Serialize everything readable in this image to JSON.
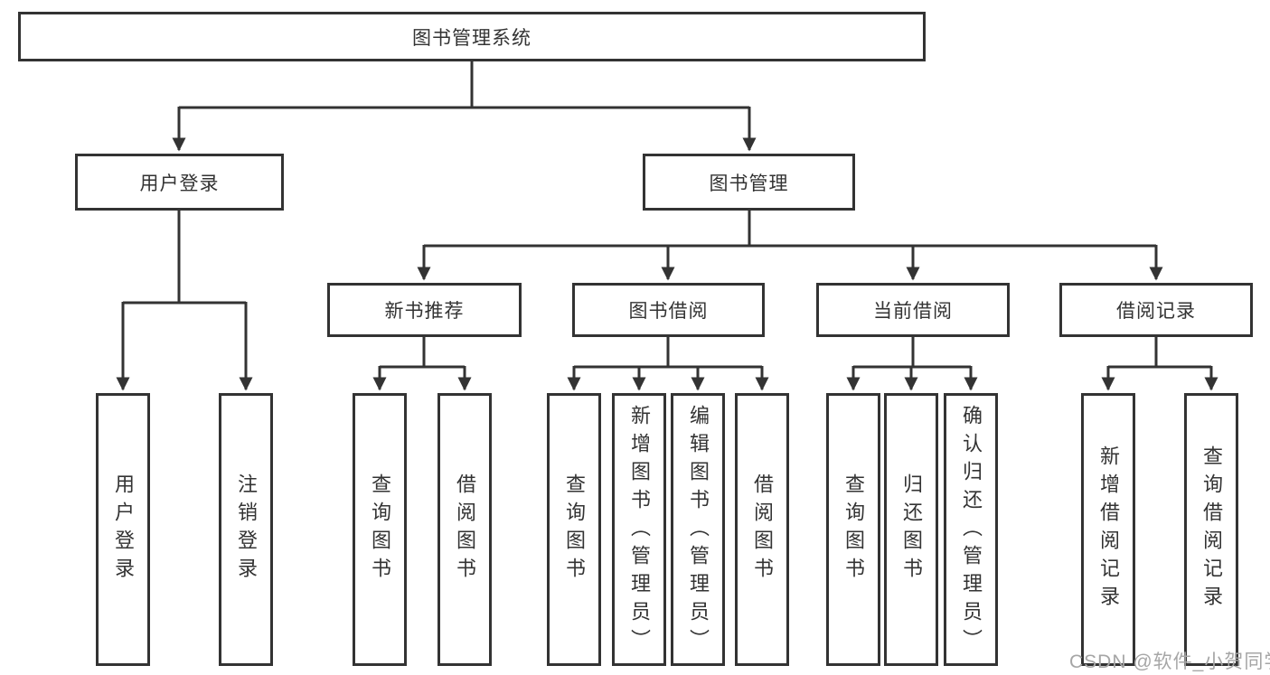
{
  "tree": {
    "label": "图书管理系统",
    "children": [
      {
        "label": "用户登录",
        "children": [
          {
            "label": "用户登录"
          },
          {
            "label": "注销登录"
          }
        ]
      },
      {
        "label": "图书管理",
        "children": [
          {
            "label": "新书推荐",
            "children": [
              {
                "label": "查询图书"
              },
              {
                "label": "借阅图书"
              }
            ]
          },
          {
            "label": "图书借阅",
            "children": [
              {
                "label": "查询图书"
              },
              {
                "label": "新增图书（管理员）"
              },
              {
                "label": "编辑图书（管理员）"
              },
              {
                "label": "借阅图书"
              }
            ]
          },
          {
            "label": "当前借阅",
            "children": [
              {
                "label": "查询图书"
              },
              {
                "label": "归还图书"
              },
              {
                "label": "确认归还（管理员）"
              }
            ]
          },
          {
            "label": "借阅记录",
            "children": [
              {
                "label": "新增借阅记录"
              },
              {
                "label": "查询借阅记录"
              }
            ]
          }
        ]
      }
    ]
  },
  "watermark": {
    "text": "CSDN @软件_小贺同学"
  },
  "colors": {
    "line": "#333333",
    "box_border": "#333333",
    "text": "#333333",
    "watermark_text": "#a6a6a6",
    "background": "#ffffff"
  }
}
